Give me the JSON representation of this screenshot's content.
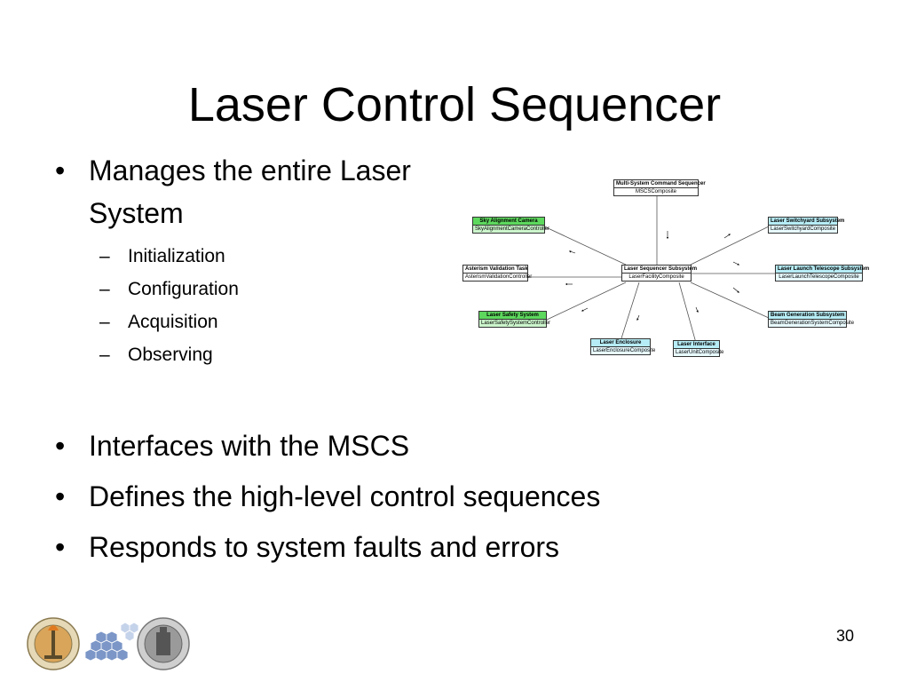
{
  "slide": {
    "title": "Laser Control Sequencer",
    "page_number": "30"
  },
  "bullets_top": {
    "main": "Manages the entire Laser System",
    "subs": [
      "Initialization",
      "Configuration",
      "Acquisition",
      "Observing"
    ]
  },
  "bullets_bottom": [
    "Interfaces with the MSCS",
    "Defines the high-level control sequences",
    "Responds to system faults and errors"
  ],
  "diagram": {
    "center": {
      "name": "Laser Sequencer Subsystem",
      "type": "LaserFacilityComposite"
    },
    "mscs": {
      "name": "Multi-System Command Sequencer",
      "type": "MSCSComposite"
    },
    "sky": {
      "name": "Sky Alignment Camera",
      "type": "SkyAlignmentCameraController"
    },
    "asterism": {
      "name": "Asterism Validation Task",
      "type": "AsterismValidationController"
    },
    "safety": {
      "name": "Laser Safety System",
      "type": "LaserSafetySystemController"
    },
    "enclosure": {
      "name": "Laser Enclosure",
      "type": "LaserEnclosureComposite"
    },
    "interface": {
      "name": "Laser Interface",
      "type": "LaserUnitComposite"
    },
    "beam": {
      "name": "Beam Generation Subsystem",
      "type": "BeamGenerationSystemComposite"
    },
    "launch": {
      "name": "Laser Launch Telescope Subsystem",
      "type": "LaserLaunchTelescopeComposite"
    },
    "switchyard": {
      "name": "Laser Switchyard Subsystem",
      "type": "LaserSwitchyardComposite"
    },
    "colors": {
      "controller": "#5dd85d",
      "composite": "#b6ecf5",
      "task": "#ffffff"
    }
  },
  "logos": [
    "caltech-seal-icon",
    "tmt-mirror-segments-icon",
    "uc-seal-icon"
  ]
}
